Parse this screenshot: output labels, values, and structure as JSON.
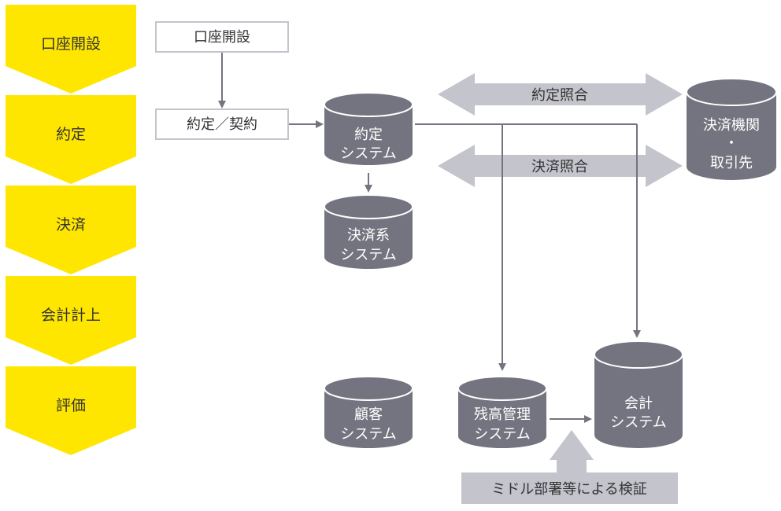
{
  "colors": {
    "stage_fill": "#FFE600",
    "cylinder_fill": "#747480",
    "cylinder_rim": "#ffffff",
    "connector": "#747480",
    "band_fill": "#C4C4CD",
    "box_border": "#C4C4CD"
  },
  "stages": [
    {
      "label": "口座開設"
    },
    {
      "label": "約定"
    },
    {
      "label": "決済"
    },
    {
      "label": "会計計上"
    },
    {
      "label": "評価"
    }
  ],
  "process_boxes": {
    "account_opening": "口座開設",
    "trade_contract": "約定／契約"
  },
  "systems": {
    "trade": {
      "line1": "約定",
      "line2": "システム"
    },
    "settlement": {
      "line1": "決済系",
      "line2": "システム"
    },
    "clearing": {
      "line1": "決済機関",
      "line2": "・",
      "line3": "取引先"
    },
    "customer": {
      "line1": "顧客",
      "line2": "システム"
    },
    "balance": {
      "line1": "残高管理",
      "line2": "システム"
    },
    "accounting": {
      "line1": "会計",
      "line2": "システム"
    }
  },
  "reconciliations": {
    "trade_matching": "約定照合",
    "settlement_matching": "決済照合"
  },
  "verification": {
    "label": "ミドル部署等による検証"
  }
}
